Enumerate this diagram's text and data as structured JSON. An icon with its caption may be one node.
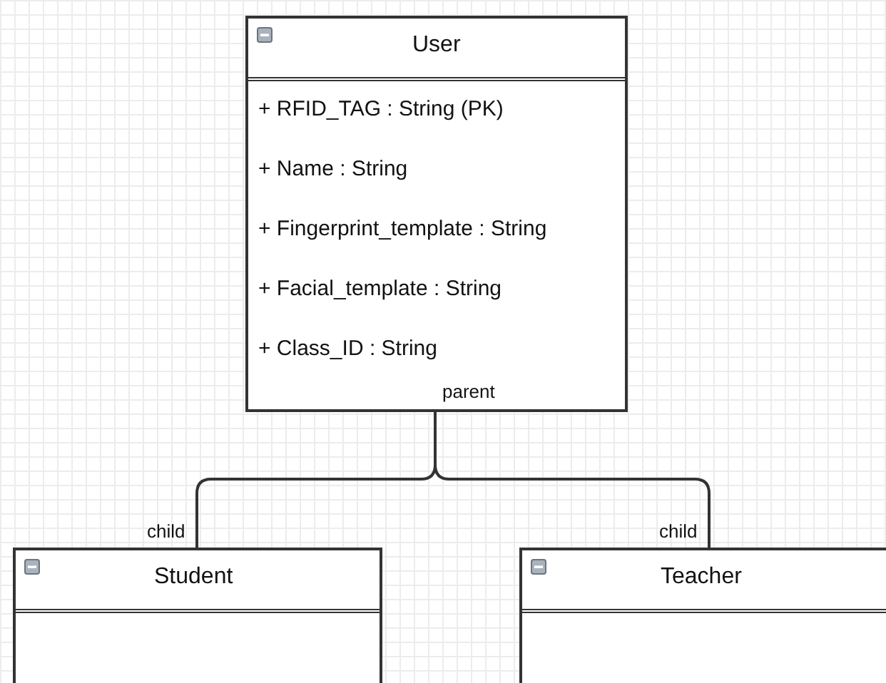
{
  "diagram": {
    "nodes": [
      {
        "text": [
          "User",
          "+ RFID_TAG : String (PK)",
          "+ Name : String",
          "+ Fingerprint_template : String",
          "+ Facial_template : String",
          "+ Class_ID : String"
        ]
      },
      {
        "text": [
          "Student"
        ]
      },
      {
        "text": [
          "Teacher"
        ]
      }
    ],
    "edges": [
      {
        "from": 0,
        "to": 1,
        "arrow": "none"
      },
      {
        "from": 0,
        "to": 2,
        "arrow": "none"
      }
    ],
    "labels": [
      "parent",
      "child",
      "child"
    ]
  }
}
